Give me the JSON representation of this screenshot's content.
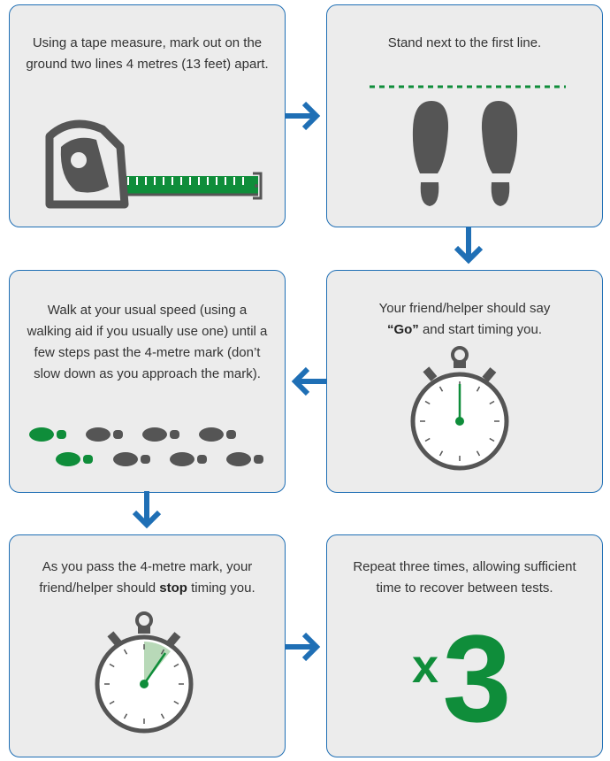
{
  "colors": {
    "panel_bg": "#ececec",
    "panel_border": "#1f6fb5",
    "arrow": "#1f6fb5",
    "green": "#0f8d3a",
    "light_green": "#b8d9b8",
    "dark_gray": "#555555"
  },
  "steps": [
    {
      "text": "Using a tape measure, mark out on the ground two lines 4 metres (13 feet) apart.",
      "icon": "tape-measure-icon"
    },
    {
      "text": "Stand next to the first line.",
      "icon": "footprints-icon"
    },
    {
      "text_before": "Your friend/helper should say",
      "text_bold": "“Go”",
      "text_after": "and start timing you.",
      "icon": "stopwatch-start-icon"
    },
    {
      "text": "Walk at your usual speed (using a walking aid if you usually use one) until a few steps past the 4-metre mark (don’t slow down as you approach the mark).",
      "icon": "walking-footsteps-icon"
    },
    {
      "text_before": "As you pass the 4-metre mark, your friend/helper should",
      "text_bold": "stop",
      "text_after": "timing you.",
      "icon": "stopwatch-stop-icon"
    },
    {
      "text": "Repeat three times, allowing sufficient time to recover between tests.",
      "repeat_x": "x",
      "repeat_n": "3",
      "icon": "times-three-icon"
    }
  ]
}
